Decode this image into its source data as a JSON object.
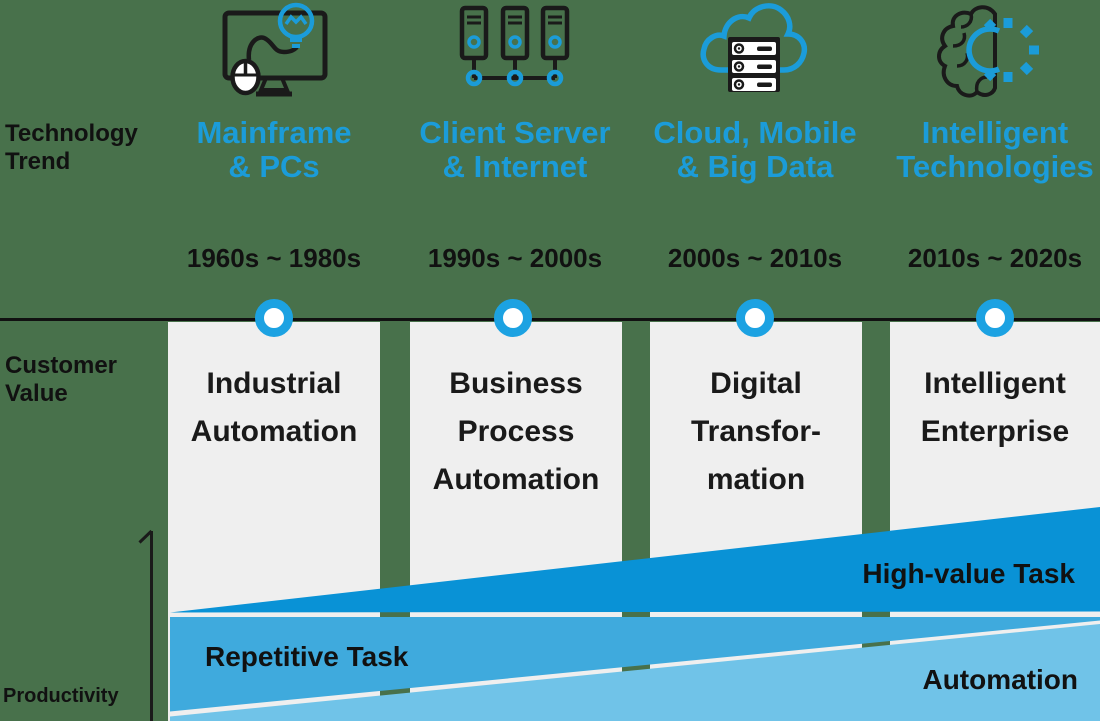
{
  "title": "Technology trend and customer value timeline",
  "colors": {
    "background_green": "#48714B",
    "accent_blue": "#1B9CD9",
    "dot_blue": "#1CA2E2",
    "box_gray": "#EFEFEF",
    "wedge_dark_blue": "#0992D6",
    "wedge_medium_blue": "#3FAADD",
    "wedge_light_blue": "#70C3E8",
    "text_black": "#1a1a1a"
  },
  "row_labels": {
    "technology_trend": "Technology\nTrend",
    "customer_value": "Customer\nValue"
  },
  "columns": [
    {
      "icon": "mainframe-pc-icon",
      "trend": "Mainframe\n& PCs",
      "era": "1960s ~ 1980s",
      "value": "Industrial\nAutomation"
    },
    {
      "icon": "client-server-icon",
      "trend": "Client Server\n& Internet",
      "era": "1990s ~ 2000s",
      "value": "Business\nProcess\nAutomation"
    },
    {
      "icon": "cloud-mobile-bigdata-icon",
      "trend": "Cloud, Mobile\n& Big Data",
      "era": "2000s ~ 2010s",
      "value": "Digital\nTransfor-\nmation"
    },
    {
      "icon": "intelligent-technologies-icon",
      "trend": "Intelligent\nTechnologies",
      "era": "2010s ~ 2020s",
      "value": "Intelligent\nEnterprise"
    }
  ],
  "wedges": {
    "high_value_task": "High-value Task",
    "repetitive_task": "Repetitive Task",
    "automation": "Automation"
  },
  "axis": {
    "productivity": "Productivity"
  }
}
